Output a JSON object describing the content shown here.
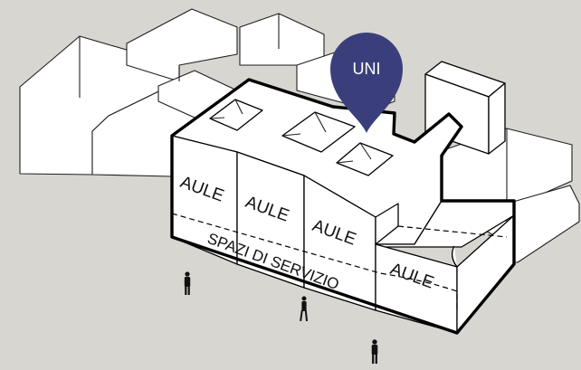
{
  "pin": {
    "label": "UNI",
    "color": "#3a3f7c"
  },
  "zones": {
    "aule_1": "AULE",
    "aule_2": "AULE",
    "aule_3": "AULE",
    "aule_4": "AULE",
    "service": "SPAZI DI SERVIZIO"
  }
}
